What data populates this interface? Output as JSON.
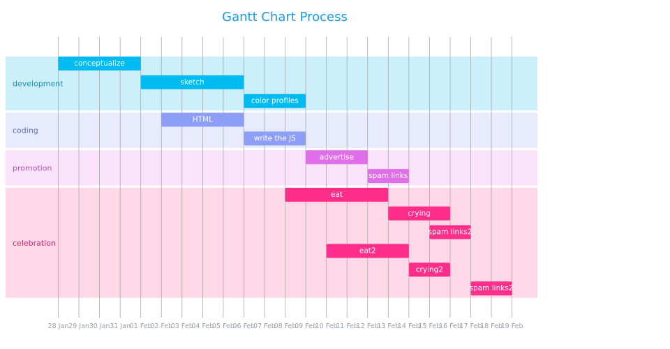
{
  "chart_data": {
    "type": "gantt",
    "title": "Gantt Chart Process",
    "tick_labels": [
      "28 Jan",
      "29 Jan",
      "30 Jan",
      "31 Jan",
      "01 Feb",
      "02 Feb",
      "03 Feb",
      "04 Feb",
      "05 Feb",
      "06 Feb",
      "07 Feb",
      "08 Feb",
      "09 Feb",
      "10 Feb",
      "11 Feb",
      "12 Feb",
      "13 Feb",
      "14 Feb",
      "15 Feb",
      "16 Feb",
      "17 Feb",
      "18 Feb",
      "19 Feb"
    ],
    "groups": [
      {
        "name": "development",
        "color": "#00bbf2",
        "band_color": "#cceffc",
        "label_color": "#1a8fa8"
      },
      {
        "name": "coding",
        "color": "#8c9ef5",
        "band_color": "#e8ebfd",
        "label_color": "#5d6fb3"
      },
      {
        "name": "promotion",
        "color": "#e06ee8",
        "band_color": "#f9e2fa",
        "label_color": "#b155b8"
      },
      {
        "name": "celebration",
        "color": "#ff2e8a",
        "band_color": "#ffd8e8",
        "label_color": "#c4256d"
      }
    ],
    "tasks": [
      {
        "name": "conceptualize",
        "group": "development",
        "start": "2019-01-28",
        "end": "2019-02-01"
      },
      {
        "name": "sketch",
        "group": "development",
        "start": "2019-02-01",
        "end": "2019-02-06"
      },
      {
        "name": "color profiles",
        "group": "development",
        "start": "2019-02-06",
        "end": "2019-02-09"
      },
      {
        "name": "HTML",
        "group": "coding",
        "start": "2019-02-02",
        "end": "2019-02-06"
      },
      {
        "name": "write the JS",
        "group": "coding",
        "start": "2019-02-06",
        "end": "2019-02-09"
      },
      {
        "name": "advertise",
        "group": "promotion",
        "start": "2019-02-09",
        "end": "2019-02-12"
      },
      {
        "name": "spam links",
        "group": "promotion",
        "start": "2019-02-12",
        "end": "2019-02-14"
      },
      {
        "name": "eat",
        "group": "celebration",
        "start": "2019-02-08",
        "end": "2019-02-13"
      },
      {
        "name": "crying",
        "group": "celebration",
        "start": "2019-02-13",
        "end": "2019-02-16"
      },
      {
        "name": "spam links2",
        "group": "celebration",
        "start": "2019-02-15",
        "end": "2019-02-17"
      },
      {
        "name": "eat2",
        "group": "celebration",
        "start": "2019-02-10",
        "end": "2019-02-14"
      },
      {
        "name": "crying2",
        "group": "celebration",
        "start": "2019-02-14",
        "end": "2019-02-16"
      },
      {
        "name": "spam links2",
        "group": "celebration",
        "start": "2019-02-17",
        "end": "2019-02-19"
      }
    ]
  }
}
